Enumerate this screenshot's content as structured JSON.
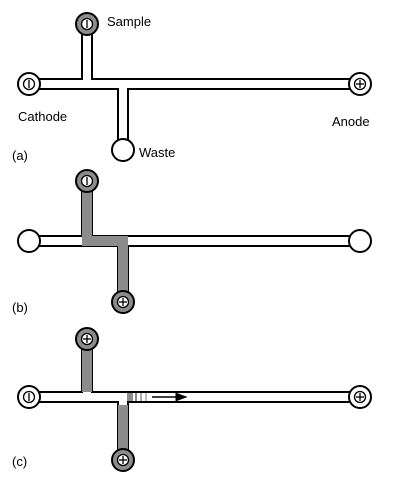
{
  "panels": [
    {
      "id": "a",
      "label": "(a)",
      "reservoir_labels": {
        "sample": "Sample",
        "cathode": "Cathode",
        "waste": "Waste",
        "anode": "Anode"
      },
      "polarity": {
        "sample": "minus",
        "cathode": "minus",
        "waste": "none",
        "anode": "plus"
      },
      "sample_reservoir_filled": true,
      "waste_reservoir_filled": false
    },
    {
      "id": "b",
      "label": "(b)",
      "polarity": {
        "sample": "minus",
        "cathode": "none",
        "waste": "plus",
        "anode": "none"
      },
      "sample_reservoir_filled": true,
      "waste_reservoir_filled": true
    },
    {
      "id": "c",
      "label": "(c)",
      "polarity": {
        "sample": "plus",
        "cathode": "minus",
        "waste": "plus",
        "anode": "plus"
      },
      "sample_reservoir_filled": true,
      "waste_reservoir_filled": true
    }
  ],
  "colors": {
    "sample_fill": "#8c8c8c",
    "outline": "#000000",
    "background": "#ffffff"
  }
}
